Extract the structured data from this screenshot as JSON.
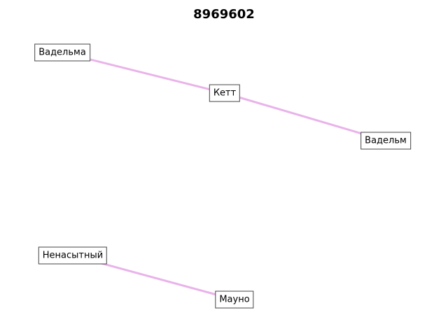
{
  "title": "8969602",
  "edge_color": "#e9b3ea",
  "nodes": [
    {
      "id": "n1",
      "label": "Вадельма"
    },
    {
      "id": "n2",
      "label": "Кетт"
    },
    {
      "id": "n3",
      "label": "Вадельм"
    },
    {
      "id": "n4",
      "label": "Ненасытный"
    },
    {
      "id": "n5",
      "label": "Мауно"
    }
  ],
  "edges": [
    {
      "from": "n1",
      "to": "n2"
    },
    {
      "from": "n2",
      "to": "n3"
    },
    {
      "from": "n4",
      "to": "n5"
    }
  ]
}
